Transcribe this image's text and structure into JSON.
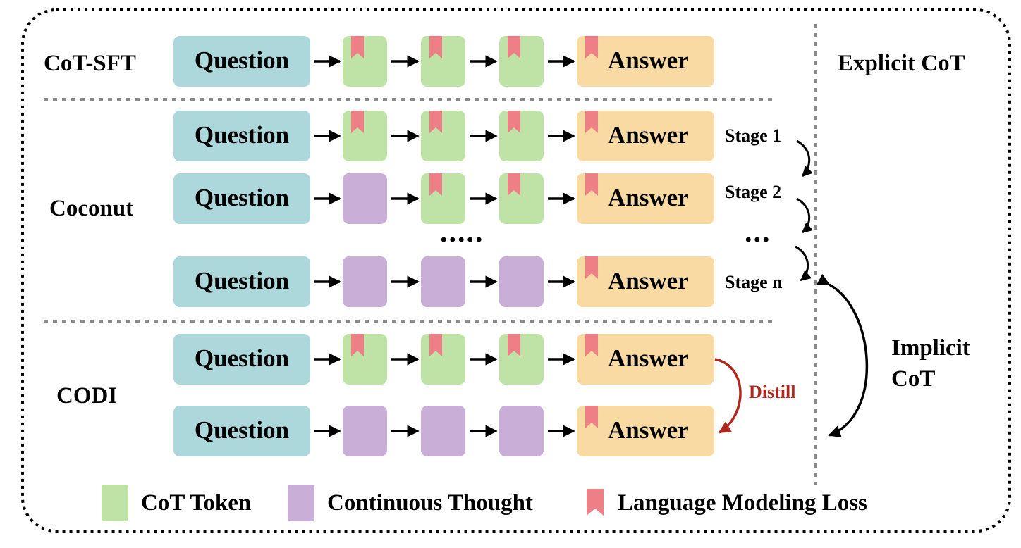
{
  "rows": [
    {
      "id": "cot-sft",
      "question": "Question",
      "answer": "Answer",
      "steps": [
        "cot",
        "cot",
        "cot"
      ]
    },
    {
      "id": "coconut-stage1",
      "question": "Question",
      "answer": "Answer",
      "steps": [
        "cot",
        "cot",
        "cot"
      ]
    },
    {
      "id": "coconut-stage2",
      "question": "Question",
      "answer": "Answer",
      "steps": [
        "ct",
        "cot",
        "cot"
      ]
    },
    {
      "id": "coconut-stagen",
      "question": "Question",
      "answer": "Answer",
      "steps": [
        "ct",
        "ct",
        "ct"
      ]
    },
    {
      "id": "codi-teacher",
      "question": "Question",
      "answer": "Answer",
      "steps": [
        "cot",
        "cot",
        "cot"
      ]
    },
    {
      "id": "codi-student",
      "question": "Question",
      "answer": "Answer",
      "steps": [
        "ct",
        "ct",
        "ct"
      ]
    }
  ],
  "method_labels": {
    "cot_sft": "CoT-SFT",
    "coconut": "Coconut",
    "codi": "CODI"
  },
  "stage_labels": {
    "stage1": "Stage 1",
    "stage2": "Stage 2",
    "stagen": "Stage n"
  },
  "ellipsis": {
    "middle": ".....",
    "stages": "..."
  },
  "side_labels": {
    "explicit": "Explicit CoT",
    "implicit_line1": "Implicit",
    "implicit_line2": "CoT"
  },
  "distill_label": "Distill",
  "legend": {
    "cot_token": "CoT Token",
    "continuous_thought": "Continuous Thought",
    "lm_loss": "Language Modeling Loss"
  },
  "colors": {
    "question": "#acd8dc",
    "answer": "#f8daa2",
    "cot_token": "#bfe2a6",
    "continuous_thought": "#c9aed8",
    "lm_loss_marker": "#ee7f86",
    "distill": "#b0271d"
  }
}
